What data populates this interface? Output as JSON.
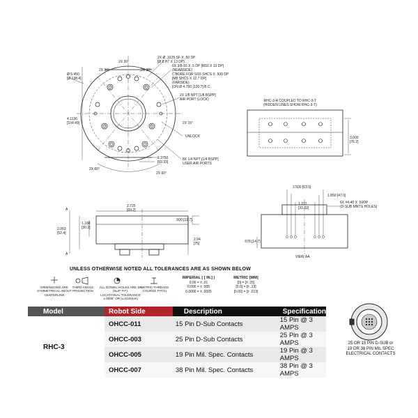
{
  "front_view": {
    "dims": {
      "a1": "2X Ø .3125 SF X .50 DP",
      "a2": "[Ø 8 H7 X 13 DP]",
      "b1": "6X 3/8-16 X .5 DP [M10 X 13 DP]",
      "b2": "(NEARSIDE)",
      "b3": "C'BORE FOR 5/16 SHCS X .500 DP",
      "b4": "[M8 SHCS X 12.7 DP]",
      "b5": "(FARSIDE)",
      "b6": "[ON Ø 4.750 [120.7] B.C.",
      "c1": "2X 1/8 NPT [1/8 BSPP]",
      "c2": "AIR PORT (LOCK)",
      "d1": "2X 15°",
      "e1": "UNLOCK",
      "f1": "2.3750",
      "f2": "[60.33]",
      "g1": "8X 1/4 NPT [1/4 BSPP]",
      "g2": "USER AIR PORTS",
      "h1": "Ø 5.450",
      "h2": "[Ø 138.4]",
      "i1": "4.1136",
      "i2": "[104.49]",
      "ang1": "2X 30°",
      "ang2": "2X 30°",
      "ang3": "2X 30°",
      "ang4": "2X 60°",
      "ang5": "2X 60°"
    }
  },
  "side_view": {
    "dims": {
      "w1": "2.725",
      "w2": "[69.2]",
      "h1": "1.188",
      "h2": "[30.2]",
      "t1": "2.063",
      "t2": "[52.4]",
      "s1": ".500 [12.7]",
      "r1": "2.94",
      "r2": "[75]",
      "secA1": "A",
      "secA2": "A"
    }
  },
  "coupled_view": {
    "title1": "RHC-3-R COUPLED TO RHC-3-T",
    "title2": "(HIDDEN LINES SHOW RHC-3-T)",
    "d1": "3.000",
    "d2": "[76.2]"
  },
  "view_aa": {
    "label": "VIEW AA",
    "d1": "2.500 [63.5]",
    "d2": "1.850 [47.0]",
    "d3": "1.312",
    "d4": "[33.32]",
    "d5": ".578 [14.7]",
    "note1": "6X #4-40 X .50DP",
    "note2": "(D-SUB MNTG HOLES)"
  },
  "tolerances": {
    "title": "UNLESS OTHERWISE NOTED ALL TOLERANCES ARE AS SHOWN BELOW",
    "symbols": [
      {
        "label1": "DIMENSIONS ARE",
        "label2": "SYMMETRICAL ABOUT",
        "label3": "CENTERLINE"
      },
      {
        "label1": "THIRD ANGLE",
        "label2": "PROJECTION",
        "label3": ""
      },
      {
        "label1": "ALL DOWEL HOLES ARE SF (SLIP FIT).",
        "label2": "LOCATIONAL TOLERANCE",
        "label3": "±.0005\" OR [±.0125mm]"
      },
      {
        "label1": "METRIC THREADS",
        "label2": "COURSE PITCH",
        "label3": ""
      }
    ],
    "imperial": {
      "head": "IMPERIAL ( [ IN.] )",
      "r1": "0.00 = ± .01",
      "r2": "0.000 = ± .005",
      "r3": "0.0000 = ± .0005"
    },
    "metric": {
      "head": "METRIC [MM]",
      "r1": "[0] = [± .25]",
      "r2": "[0.0] = [± .13]",
      "r3": "[0.00] = [± .013]"
    }
  },
  "table": {
    "headers": [
      "Model",
      "Robot Side",
      "Description",
      "Specification"
    ],
    "model": "RHC-3",
    "rows": [
      {
        "robot": "OHCC-011",
        "desc": "15 Pin D-Sub Contacts",
        "spec": "15 Pin @ 3 AMPS"
      },
      {
        "robot": "OHCC-003",
        "desc": "25 Pin D-Sub Contacts",
        "spec": "25 Pin @ 3 AMPS"
      },
      {
        "robot": "OHCC-005",
        "desc": "19 Pin Mil. Spec. Contacts",
        "spec": "19 Pin @ 3 AMPS"
      },
      {
        "robot": "OHCC-007",
        "desc": "38 Pin Mil. Spec. Contacts",
        "spec": "38 Pin @ 3 AMPS"
      }
    ]
  },
  "contact_caption": {
    "l1": "25 OR 15 PIN D-SUB or",
    "l2": "19 OR 38 PIN MIL SPEC",
    "l3": "ELECTRICAL CONTACTS"
  }
}
